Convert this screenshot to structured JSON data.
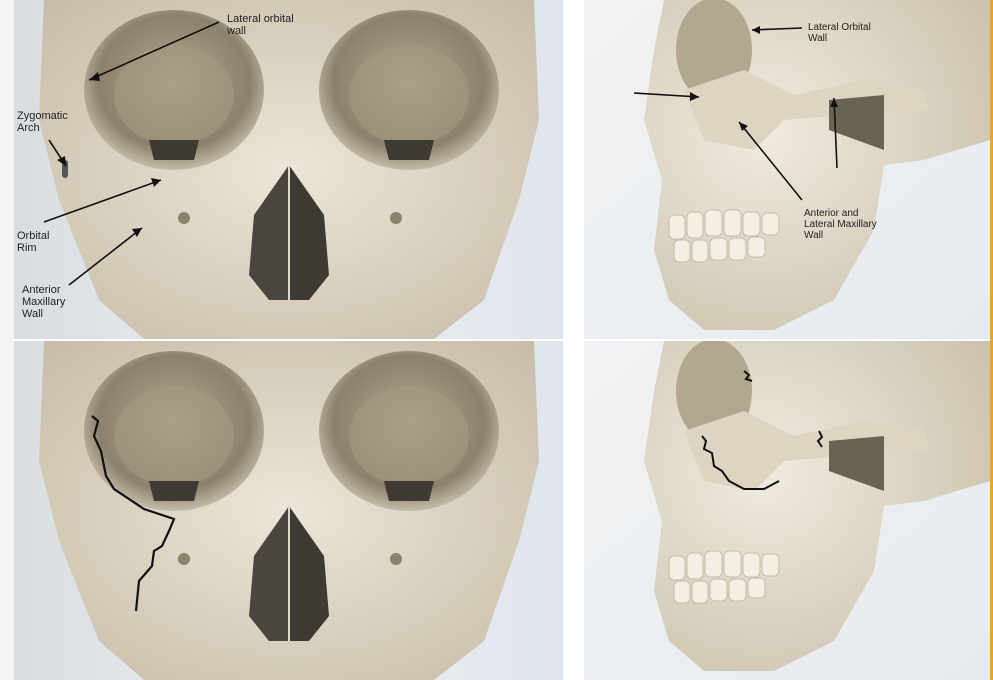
{
  "figure": {
    "panels": [
      {
        "view": "frontal",
        "state": "normal"
      },
      {
        "view": "lateral",
        "state": "normal"
      },
      {
        "view": "frontal",
        "state": "fractured"
      },
      {
        "view": "lateral",
        "state": "fractured"
      }
    ],
    "labels": {
      "lateral_orbital_wall_front": "Lateral orbital\nwall",
      "zygomatic_arch": "Zygomatic\nArch",
      "orbital_rim": "Orbital\nRim",
      "anterior_maxillary_wall": "Anterior\nMaxillary\nWall",
      "lateral_orbital_wall_side": "Lateral Orbital\nWall",
      "anterior_lateral_maxillary_wall": "Anterior and\nLateral Maxillary\nWall"
    },
    "colors": {
      "bone": "#e4dccb",
      "bone_shadow": "#b8ad98",
      "orbit_dark": "#7c7260",
      "background": "#e9eef3",
      "fracture_line": "#111111"
    }
  }
}
